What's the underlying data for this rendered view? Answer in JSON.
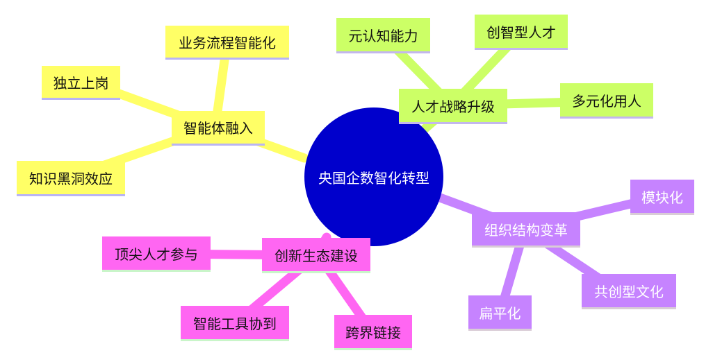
{
  "center": {
    "label": "央国企数智化转型",
    "color": "#0000cc"
  },
  "branches": {
    "yellow": {
      "color": "#ffff66",
      "main": "智能体融入",
      "children": [
        "业务流程智能化",
        "独立上岗",
        "知识黑洞效应"
      ]
    },
    "green": {
      "color": "#ccff66",
      "main": "人才战略升级",
      "children": [
        "元认知能力",
        "创智型人才",
        "多元化用人"
      ]
    },
    "purple": {
      "color": "#c683ff",
      "main": "组织结构变革",
      "children": [
        "模块化",
        "共创型文化",
        "扁平化"
      ]
    },
    "pink": {
      "color": "#ff66f2",
      "main": "创新生态建设",
      "children": [
        "顶尖人才参与",
        "智能工具协到",
        "跨界链接"
      ]
    }
  }
}
